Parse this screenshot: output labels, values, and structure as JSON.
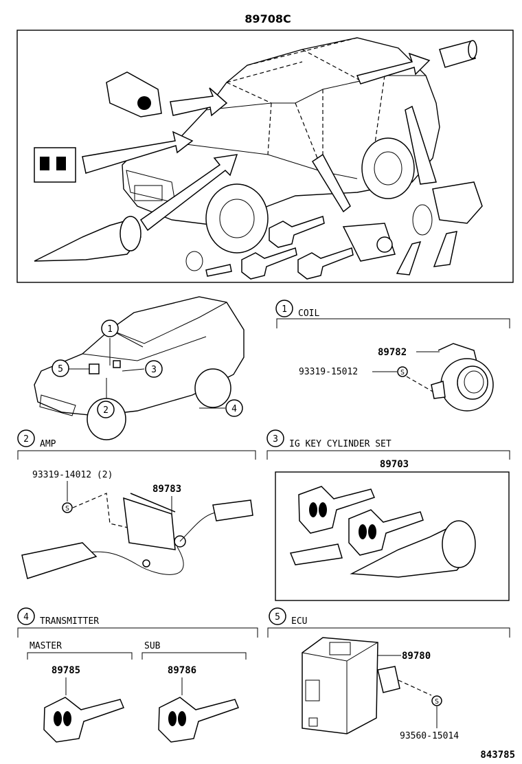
{
  "header": {
    "assembly_number": "89708C"
  },
  "sections": {
    "coil": {
      "index": "1",
      "title": "COIL",
      "part_main": "89782",
      "part_screw": "93319-15012"
    },
    "amp": {
      "index": "2",
      "title": "AMP",
      "part_main": "89783",
      "part_screw": "93319-14012 (2)"
    },
    "ig_key": {
      "index": "3",
      "title": "IG KEY CYLINDER SET",
      "part_main": "89703"
    },
    "transmitter": {
      "index": "4",
      "title": "TRANSMITTER",
      "master_label": "MASTER",
      "master_part": "89785",
      "sub_label": "SUB",
      "sub_part": "89786"
    },
    "ecu": {
      "index": "5",
      "title": "ECU",
      "part_main": "89780",
      "part_screw": "93560-15014"
    }
  },
  "locator_callouts": [
    "1",
    "2",
    "3",
    "4",
    "5"
  ],
  "screw_symbol": "S",
  "footer": {
    "illustration_number": "843785"
  }
}
